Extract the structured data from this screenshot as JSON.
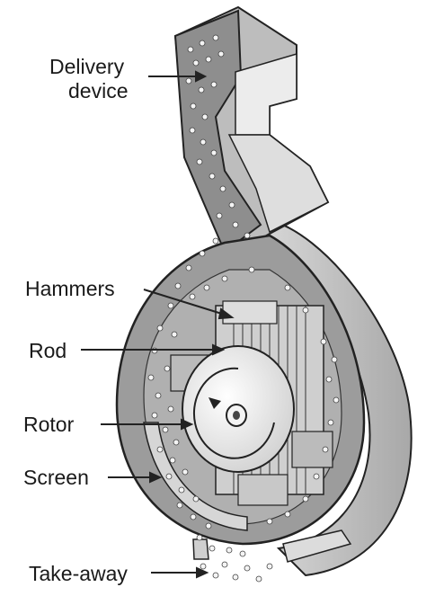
{
  "labels": {
    "delivery_line1": "Delivery",
    "delivery_line2": "device",
    "hammers": "Hammers",
    "rod": "Rod",
    "rotor": "Rotor",
    "screen": "Screen",
    "takeaway": "Take-away"
  },
  "colors": {
    "line": "#222222",
    "housing_light": "#e2e2e2",
    "housing_mid": "#c4c4c4",
    "housing_dark": "#8c8c8c",
    "interior": "#9a9a9a",
    "grain": "#f4f4f4"
  }
}
